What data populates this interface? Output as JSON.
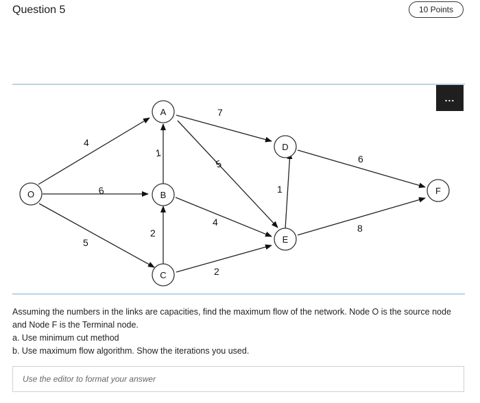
{
  "question": {
    "title": "Question 5",
    "points": "10 Points"
  },
  "toolbar": {
    "more_label": "..."
  },
  "network": {
    "nodes": {
      "O": "O",
      "A": "A",
      "B": "B",
      "C": "C",
      "D": "D",
      "E": "E",
      "F": "F"
    },
    "capacities": {
      "O_A": "4",
      "O_B": "6",
      "O_C": "5",
      "B_A": "1",
      "A_D": "7",
      "A_E": "5",
      "C_B": "2",
      "B_E": "4",
      "C_E": "2",
      "E_D": "1",
      "D_F": "6",
      "E_F": "8"
    }
  },
  "body": {
    "line1": "Assuming the numbers in the links are capacities, find the maximum flow of the network. Node O is the source node and Node F is the Terminal node.",
    "line2": "a. Use minimum cut method",
    "line3": "b. Use maximum flow algorithm. Show the iterations you used."
  },
  "answer": {
    "placeholder": "Use the editor to format your answer"
  }
}
